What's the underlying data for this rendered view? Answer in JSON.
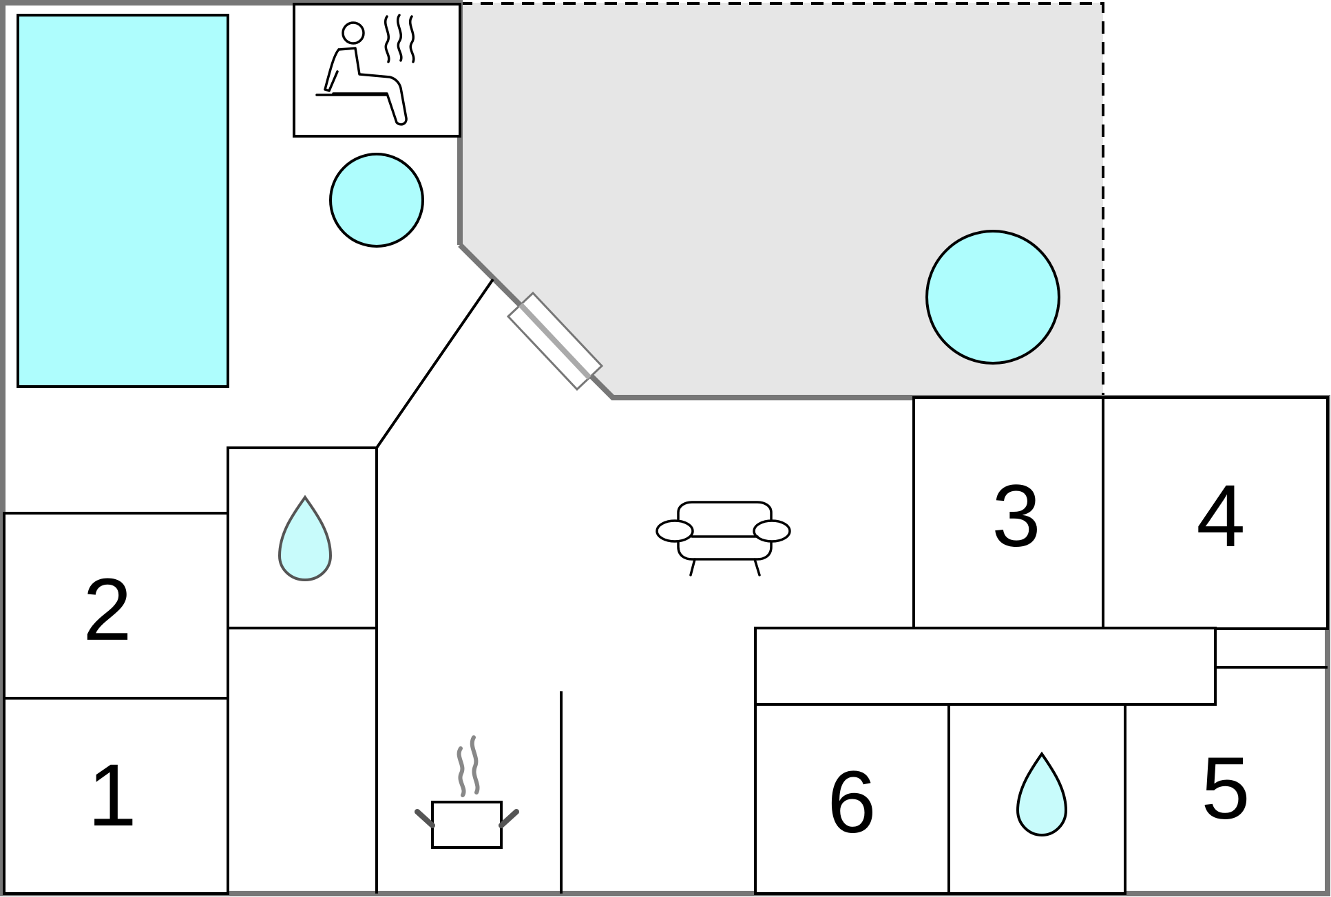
{
  "colors": {
    "water": "#aefdfd",
    "terrace": "#e6e6e6",
    "outer_wall": "#777777",
    "line": "#000000"
  },
  "rooms": [
    {
      "id": "room-1",
      "label": "1"
    },
    {
      "id": "room-2",
      "label": "2"
    },
    {
      "id": "room-3",
      "label": "3"
    },
    {
      "id": "room-4",
      "label": "4"
    },
    {
      "id": "room-5",
      "label": "5"
    },
    {
      "id": "room-6",
      "label": "6"
    }
  ],
  "icons": [
    "sauna-icon",
    "water-drop-icon",
    "sofa-icon",
    "cooking-pot-icon",
    "pool",
    "hot-tub"
  ]
}
